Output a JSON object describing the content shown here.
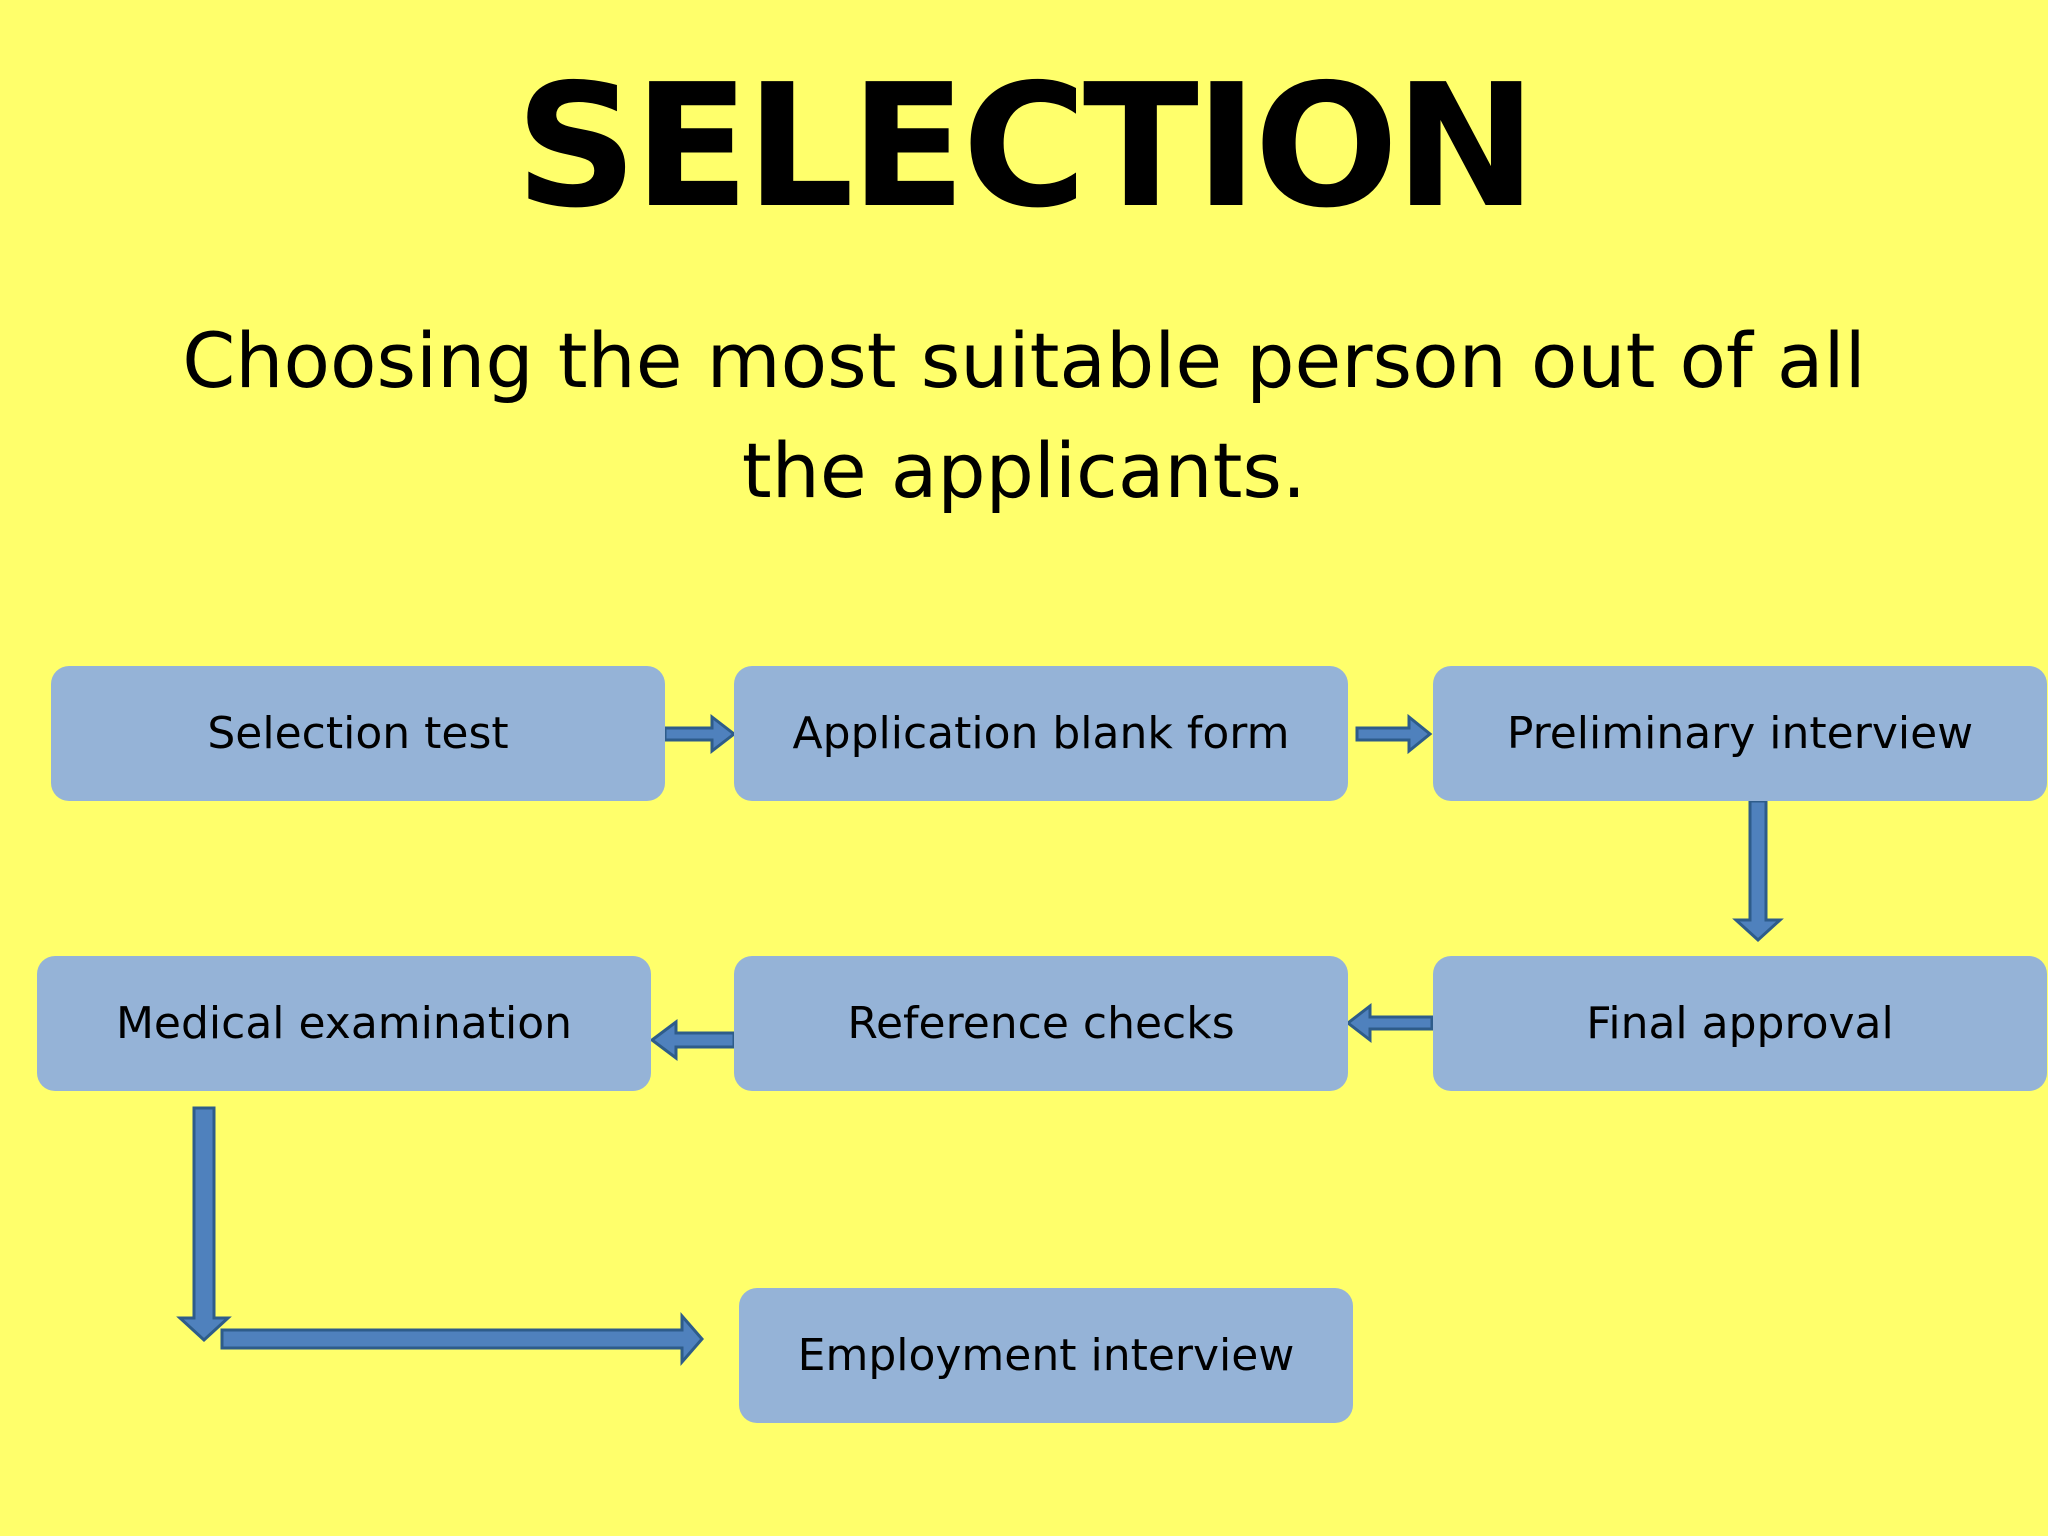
{
  "slide": {
    "title": "SELECTION",
    "subtitle": "Choosing the most suitable person out of all the applicants."
  },
  "colors": {
    "background": "#FFFF6B",
    "box_fill": "#95B3D7",
    "arrow_fill": "#4F81BD",
    "arrow_stroke": "#2E5C8A",
    "text": "#000000"
  },
  "steps": [
    {
      "label": "Selection test"
    },
    {
      "label": "Application blank form"
    },
    {
      "label": "Preliminary interview"
    },
    {
      "label": "Final approval"
    },
    {
      "label": "Reference checks"
    },
    {
      "label": "Medical examination"
    },
    {
      "label": "Employment interview"
    }
  ],
  "connectors": [
    {
      "from": "Selection test",
      "to": "Application blank form",
      "direction": "right"
    },
    {
      "from": "Application blank form",
      "to": "Preliminary interview",
      "direction": "right"
    },
    {
      "from": "Preliminary interview",
      "to": "Final approval",
      "direction": "down"
    },
    {
      "from": "Final approval",
      "to": "Reference checks",
      "direction": "left"
    },
    {
      "from": "Reference checks",
      "to": "Medical examination",
      "direction": "left"
    },
    {
      "from": "Medical examination",
      "to": "Employment interview",
      "direction": "down-right"
    }
  ]
}
